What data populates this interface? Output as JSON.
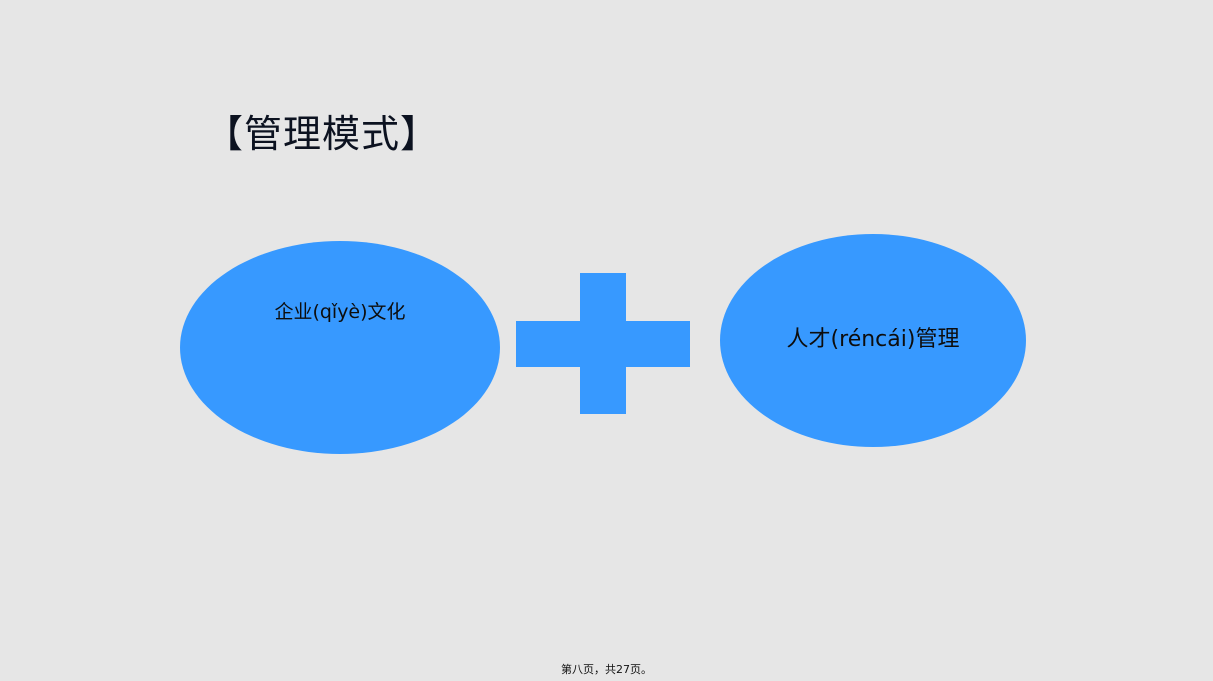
{
  "slide": {
    "title": "【管理模式】",
    "left_ellipse_label": "企业(qǐyè)文化",
    "right_ellipse_label": "人才(réncái)管理",
    "footer": "第八页，共27页。"
  },
  "colors": {
    "background": "#e6e6e6",
    "shape_fill": "#3799ff",
    "title_text": "#0c1220"
  },
  "icons": {
    "center_symbol": "plus-icon"
  }
}
